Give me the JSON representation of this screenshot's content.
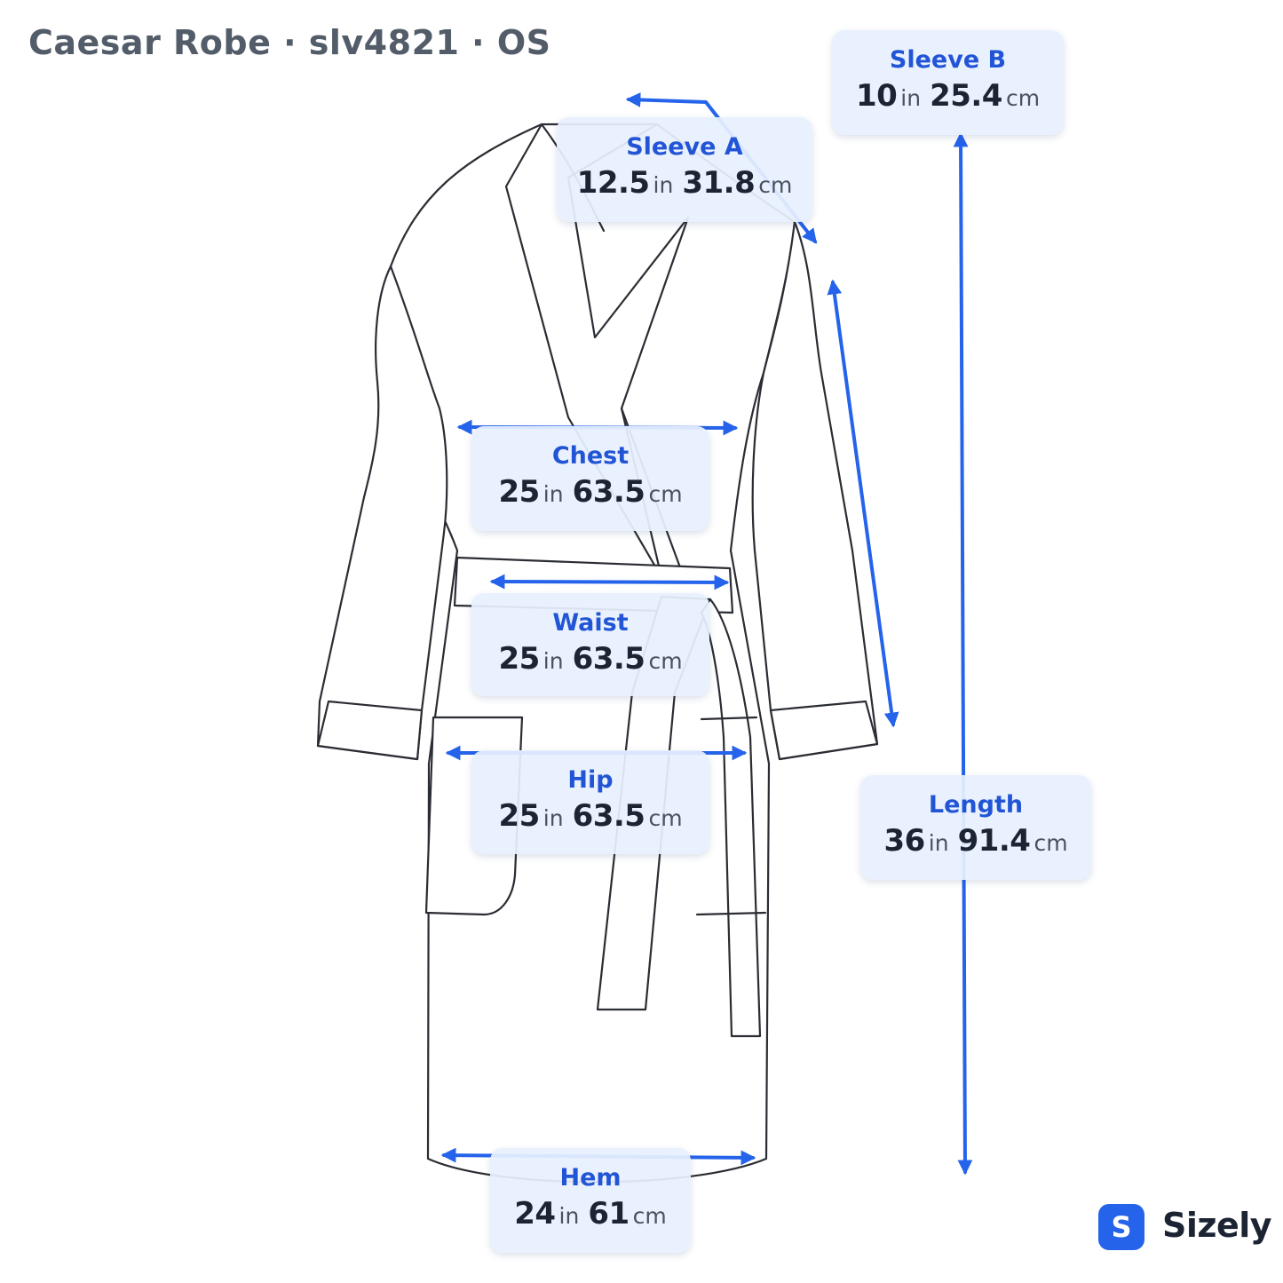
{
  "header": {
    "title": "Caesar Robe · slv4821 · OS"
  },
  "measurements": {
    "sleeve_a": {
      "name": "Sleeve A",
      "in": "12.5",
      "cm": "31.8"
    },
    "sleeve_b": {
      "name": "Sleeve B",
      "in": "10",
      "cm": "25.4"
    },
    "chest": {
      "name": "Chest",
      "in": "25",
      "cm": "63.5"
    },
    "waist": {
      "name": "Waist",
      "in": "25",
      "cm": "63.5"
    },
    "hip": {
      "name": "Hip",
      "in": "25",
      "cm": "63.5"
    },
    "length": {
      "name": "Length",
      "in": "36",
      "cm": "91.4"
    },
    "hem": {
      "name": "Hem",
      "in": "24",
      "cm": "61"
    }
  },
  "units": {
    "imperial": "in",
    "metric": "cm"
  },
  "brand": {
    "name": "Sizely",
    "icon_letter": "S"
  },
  "colors": {
    "accent": "#2563eb",
    "label_bg": "#e8f0fe",
    "text": "#1c2333",
    "title": "#535c69",
    "outline": "#2a2d33"
  },
  "icons": {
    "brand_logo": "sizely-s-icon"
  }
}
